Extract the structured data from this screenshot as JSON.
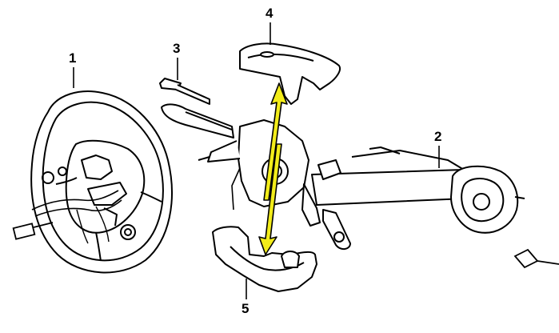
{
  "callouts": [
    {
      "id": "1",
      "label": "1"
    },
    {
      "id": "2",
      "label": "2"
    },
    {
      "id": "3",
      "label": "3"
    },
    {
      "id": "4",
      "label": "4"
    },
    {
      "id": "5",
      "label": "5"
    }
  ],
  "colors": {
    "line": "#000000",
    "background": "#ffffff",
    "arrow_fill": "#f2ec1a",
    "arrow_stroke": "#000000"
  },
  "icons": {
    "steering_wheel": "steering-wheel-icon",
    "steering_column": "steering-column-icon",
    "multifunction_switch": "multifunction-switch-icon",
    "upper_shroud": "upper-shroud-icon",
    "lower_shroud": "lower-shroud-icon",
    "wiring_connector": "wiring-connector-icon",
    "direction_arrow": "double-arrow-icon"
  }
}
